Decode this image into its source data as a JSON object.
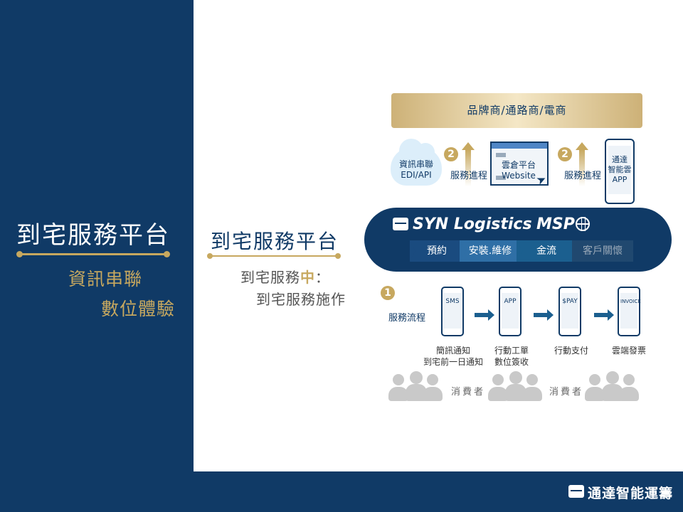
{
  "left_panel": {
    "title": "到宅服務平台",
    "subtitle_line1": "資訊串聯",
    "subtitle_line2": "數位體驗"
  },
  "middle": {
    "title": "到宅服務平台",
    "line1_prefix": "到宅服務",
    "line1_highlight": "中",
    "line1_suffix": "：",
    "line2": "到宅服務施作"
  },
  "diagram": {
    "brand_bar": "品牌商/通路商/電商",
    "cloud_line1": "資訊串聯",
    "cloud_line2": "EDI/API",
    "num_2_left": "2",
    "num_2_right": "2",
    "progress_left": "服務進程",
    "progress_right": "服務進程",
    "website_line1": "雲倉平台",
    "website_line2": "Website",
    "app_line1": "通達",
    "app_line2": "智能雲",
    "app_line3": "APP",
    "platform_name": "SYN Logistics",
    "msp_label": "MSP",
    "steps": [
      "預約",
      "安裝.維修",
      "金流",
      "客戶關懷"
    ],
    "flow_num": "1",
    "flow_label": "服務流程",
    "flow_icons": [
      "SMS",
      "APP",
      "$PAY",
      "INVOICE"
    ],
    "flow_captions": [
      {
        "line1": "簡訊通知",
        "line2": "到宅前一日通知"
      },
      {
        "line1": "行動工單",
        "line2": "數位簽收"
      },
      {
        "line1": "行動支付",
        "line2": ""
      },
      {
        "line1": "雲端發票",
        "line2": ""
      }
    ],
    "consumer_left": "消費者",
    "consumer_right": "消費者"
  },
  "footer": {
    "company_name": "通達智能運籌"
  },
  "colors": {
    "navy": "#103a66",
    "gold": "#c7a85f"
  }
}
